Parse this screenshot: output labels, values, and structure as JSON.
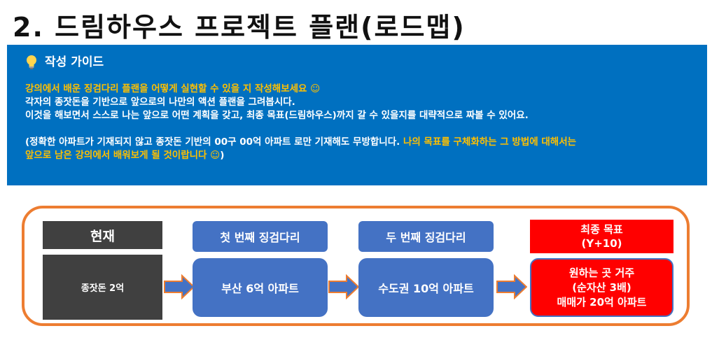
{
  "title": "2. 드림하우스 프로젝트 플랜(로드맵)",
  "guide": {
    "icon": "lightbulb-icon",
    "heading": "작성 가이드",
    "line1": "강의에서 배운 징검다리 플랜을 어떻게 실현할 수 있을 지 작성해보세요 ☺",
    "line2": "각자의 종잣돈을 기반으로 앞으로의 나만의 액션 플랜을 그려봅시다.",
    "line3": "이것을 해보면서 스스로 나는 앞으로 어떤 계획을 갖고, 최종 목표(드림하우스)까지 갈 수 있을지를 대략적으로 짜볼 수 있어요.",
    "line4_white": "(정확한 아파트가 기재되지 않고 종잣돈 기반의 00구 00억 아파트 로만 기재해도 무방합니다.",
    "line4_yellow": " 나의 목표를 구체화하는 그 방법에 대해서는",
    "line5_yellow": "앞으로 남은 강의에서 배워보게 될 것이랍니다 ☺",
    "line5_white": ")",
    "colors": {
      "background": "#0070c0",
      "highlight": "#ffc000"
    }
  },
  "roadmap": {
    "current": {
      "header": "현재",
      "body": "종잣돈 2억"
    },
    "step1": {
      "header": "첫 번째 징검다리",
      "body": "부산 6억 아파트"
    },
    "step2": {
      "header": "두 번째 징검다리",
      "body": "수도권 10억 아파트"
    },
    "final": {
      "header_line1": "최종 목표",
      "header_line2": "(Y+10)",
      "body_line1": "원하는 곳 거주",
      "body_line2": "(순자산 3배)",
      "body_line3": "매매가 20억 아파트"
    },
    "colors": {
      "border": "#ed7d31",
      "current": "#404040",
      "step": "#4472c4",
      "final": "#ff0000"
    }
  }
}
